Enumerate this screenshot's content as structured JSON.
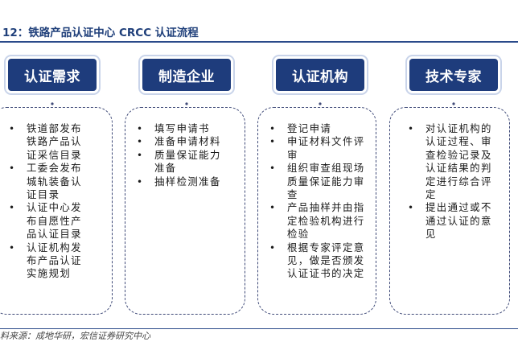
{
  "figure": {
    "title": "12：铁路产品认证中心 CRCC 认证流程",
    "source": "料来源：成地华研，宏信证券研究中心"
  },
  "columns": [
    {
      "header": "认证需求",
      "items": [
        "铁道部发布铁路产品认证采信目录",
        "工委会发布城轨装备认证目录",
        "认证中心发布自愿性产品认证目录",
        "认证机构发布产品认证实施规划"
      ]
    },
    {
      "header": "制造企业",
      "items": [
        "填写申请书",
        "准备申请材料",
        "质量保证能力准备",
        "抽样检测准备"
      ]
    },
    {
      "header": "认证机构",
      "items": [
        "登记申请",
        "申证材料文件评审",
        "组织审查组现场质量保证能力审查",
        "产品抽样并由指定检验机构进行检验",
        "根据专家评定意见，做是否颁发认证证书的决定"
      ]
    },
    {
      "header": "技术专家",
      "items": [
        "对认证机构的认证过程、审查检验记录及认证结果的判定进行综合评定",
        "提出通过或不通过认证的意见"
      ]
    }
  ],
  "bullet_glyph": "•",
  "colors": {
    "header_fill": "#1e3c7c",
    "header_text": "#ffffff",
    "title_text": "#1f3f7a",
    "dashed_border": "#3f4a78"
  }
}
